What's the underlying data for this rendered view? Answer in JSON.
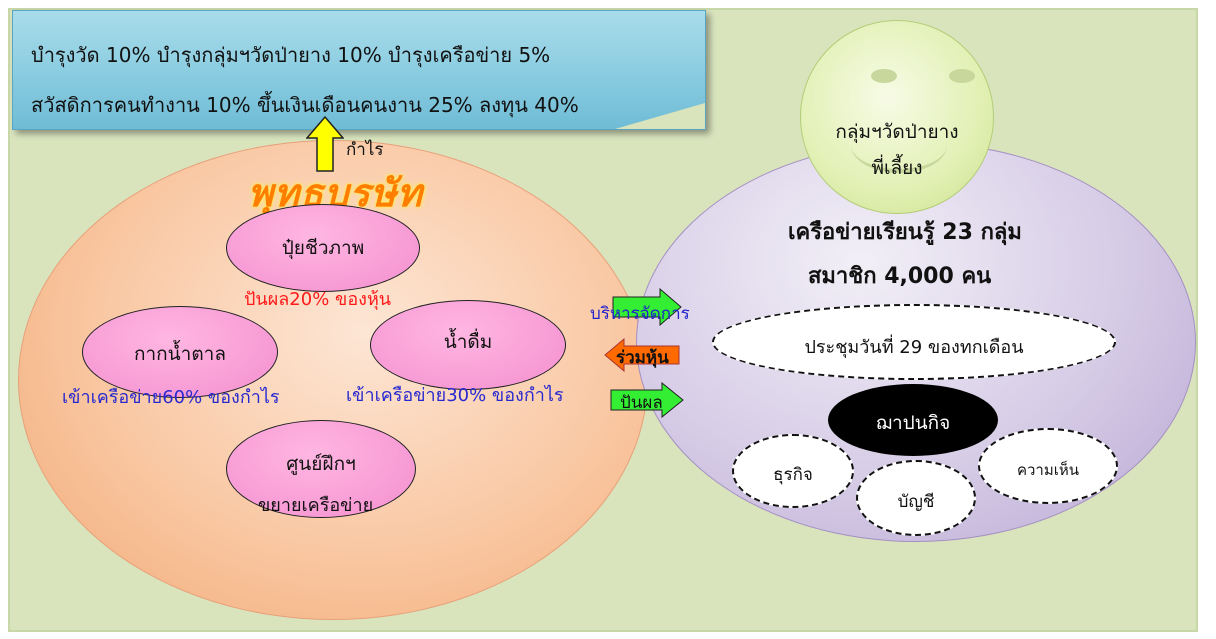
{
  "banner": {
    "line1": "บำรุงวัด 10% บำรุงกลุ่มฯวัดป่ายาง 10% บำรุงเครือข่าย 5%",
    "line2": "สวัสดิการคนทำงาน 10% ขึ้นเงินเดือนคนงาน 25% ลงทุน 40%"
  },
  "profit_label": "กำไร",
  "company_name": "พุทธบรษัท",
  "units": {
    "fertilizer": {
      "label": "ปุ๋ยชีวภาพ",
      "note": "ปันผล20% ของหุ้น"
    },
    "molasses": {
      "label": "กากน้ำตาล",
      "note": "เข้าเครือข่าย60% ของกำไร"
    },
    "water": {
      "label": "น้ำดื่ม",
      "note": "เข้าเครือข่าย30% ของกำไร"
    },
    "training": {
      "label": "ศูนย์ฝึกฯ",
      "note": "ขยายเครือข่าย"
    }
  },
  "group": {
    "line1": "กลุ่มฯวัดป่ายาง",
    "line2": "พี่เลี้ยง"
  },
  "network": {
    "title": "เครือข่ายเรียนรู้ 23 กลุ่ม",
    "members": "สมาชิก 4,000 คน",
    "meeting": "ประชุมวันที่ 29 ของทกเดือน",
    "committee": "ฌาปนกิจ",
    "business": "ธุรกิจ",
    "accounting": "บัญชี",
    "opinion": "ความเห็น"
  },
  "flows": {
    "manage": "บริหารจัดการ",
    "shares": "ร่วมหุ้น",
    "dividend": "ปันผล"
  },
  "colors": {
    "background": "#d9e4bd",
    "banner": "#8fcfe2",
    "left_circle": "#f9c7a2",
    "right_circle": "#d6cce6",
    "unit_pink": "#f48fcf",
    "arrow_green": "#33ee33",
    "arrow_orange": "#ff6a00",
    "arrow_yellow": "#ffff00"
  }
}
